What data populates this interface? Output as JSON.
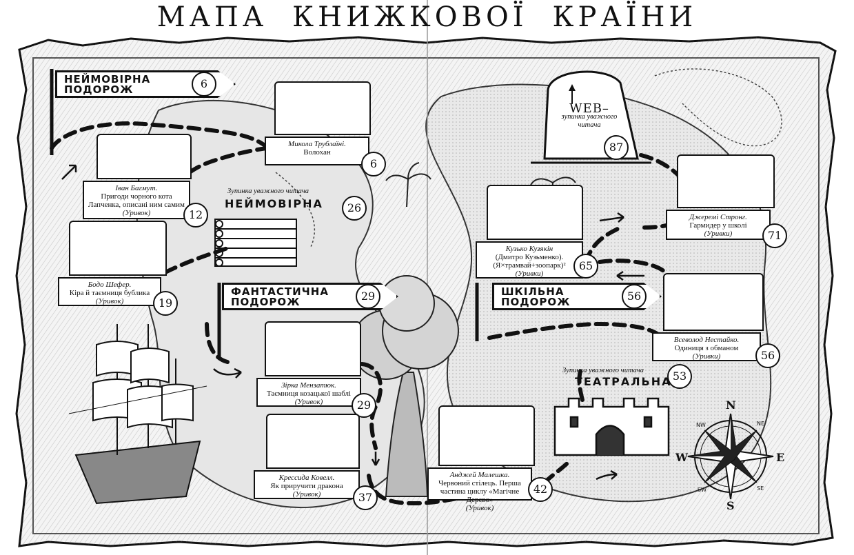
{
  "title": {
    "word1": "МАПА",
    "word2": "КНИЖКОВОЇ",
    "word3": "КРАЇНИ"
  },
  "signs": {
    "incredible": {
      "label": "НЕЙМОВІРНА ПОДОРОЖ",
      "line1": "НЕЙМОВІРНА",
      "line2": "ПОДОРОЖ",
      "page": "6"
    },
    "fantastic": {
      "line1": "ФАНТАСТИЧНА",
      "line2": "ПОДОРОЖ",
      "page": "29"
    },
    "school": {
      "line1": "ШКІЛЬНА",
      "line2": "ПОДОРОЖ",
      "page": "56"
    }
  },
  "books": [
    {
      "author": "Микола Трублаїні.",
      "work": "Волохан",
      "note": "",
      "page": "6"
    },
    {
      "author": "Іван Багмут.",
      "work": "Пригоди чорного кота Лапченка, описані ним самим",
      "note": "(Уривок)",
      "page": "12"
    },
    {
      "author": "Бодо Шефер.",
      "work": "Кіра й таємниця бублика",
      "note": "(Уривок)",
      "page": "19"
    },
    {
      "author": "Зірка Мензатюк.",
      "work": "Таємниця козацької шаблі",
      "note": "(Уривок)",
      "page": "29"
    },
    {
      "author": "Крессида Ковелл.",
      "work": "Як приручити дракона",
      "note": "(Уривок)",
      "page": "37"
    },
    {
      "author": "Анджей Малешка.",
      "work": "Червоний стілець. Перша частина циклу «Магічне Дерево»",
      "note": "(Уривок)",
      "page": "42"
    },
    {
      "author": "Кузько Кузякін",
      "work": "(Дмитро Кузьменко). (Я×трамвай+зоопарк)²",
      "note": "(Уривки)",
      "page": "65"
    },
    {
      "author": "Джеремі Стронг.",
      "work": "Гармидер у школі",
      "note": "(Уривки)",
      "page": "71"
    },
    {
      "author": "Всеволод Нестайко.",
      "work": "Одиниця з обманом",
      "note": "(Уривки)",
      "page": "56"
    }
  ],
  "stops": {
    "incredible": {
      "label": "Зупинка уважного читача",
      "name": "НЕЙМОВІРНА",
      "page": "26"
    },
    "theatre": {
      "label": "Зупинка уважного читача",
      "name": "ТЕАТРАЛЬНА",
      "page": "53"
    },
    "web": {
      "big": "WEB–",
      "line1": "зупинка уважного",
      "line2": "читача",
      "page": "87"
    }
  },
  "compass": {
    "n": "N",
    "s": "S",
    "w": "W",
    "e": "E",
    "ne": "NE",
    "nw": "NW",
    "se": "SE",
    "sw": "SW"
  },
  "colors": {
    "ink": "#111111",
    "paper": "#ffffff",
    "shade": "#d9d9d9"
  },
  "icons": [
    "ship-icon",
    "compass-rose-icon",
    "castle-icon",
    "log-raft-icon",
    "stone-tablet-icon",
    "palm-tree-icon",
    "tree-icon"
  ]
}
